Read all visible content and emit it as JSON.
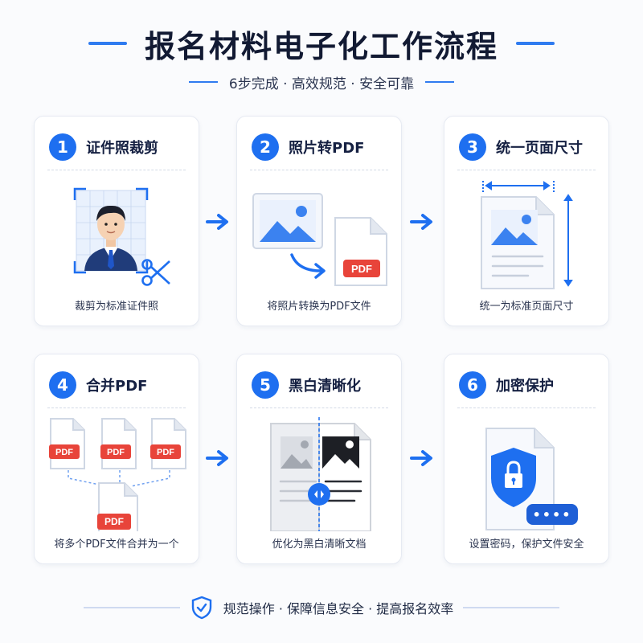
{
  "header": {
    "title": "报名材料电子化工作流程",
    "subtitle": "6步完成 · 高效规范 · 安全可靠"
  },
  "steps": [
    {
      "number": "1",
      "title": "证件照裁剪",
      "caption": "裁剪为标准证件照"
    },
    {
      "number": "2",
      "title": "照片转PDF",
      "caption": "将照片转换为PDF文件",
      "badge": "PDF"
    },
    {
      "number": "3",
      "title": "统一页面尺寸",
      "caption": "统一为标准页面尺寸"
    },
    {
      "number": "4",
      "title": "合并PDF",
      "caption": "将多个PDF文件合并为一个",
      "badge": "PDF"
    },
    {
      "number": "5",
      "title": "黑白清晰化",
      "caption": "优化为黑白清晰文档"
    },
    {
      "number": "6",
      "title": "加密保护",
      "caption": "设置密码，保护文件安全",
      "password_mask": "••••"
    }
  ],
  "footer": {
    "text": "规范操作 · 保障信息安全 · 提高报名效率"
  },
  "colors": {
    "accent": "#1e6ff0",
    "pdf_badge": "#e8443a",
    "title": "#121a33"
  },
  "icons": [
    "scissors-icon",
    "image-icon",
    "pdf-file-icon",
    "dimension-arrows-icon",
    "compare-slider-icon",
    "lock-shield-icon",
    "shield-check-icon",
    "arrow-right-icon"
  ]
}
